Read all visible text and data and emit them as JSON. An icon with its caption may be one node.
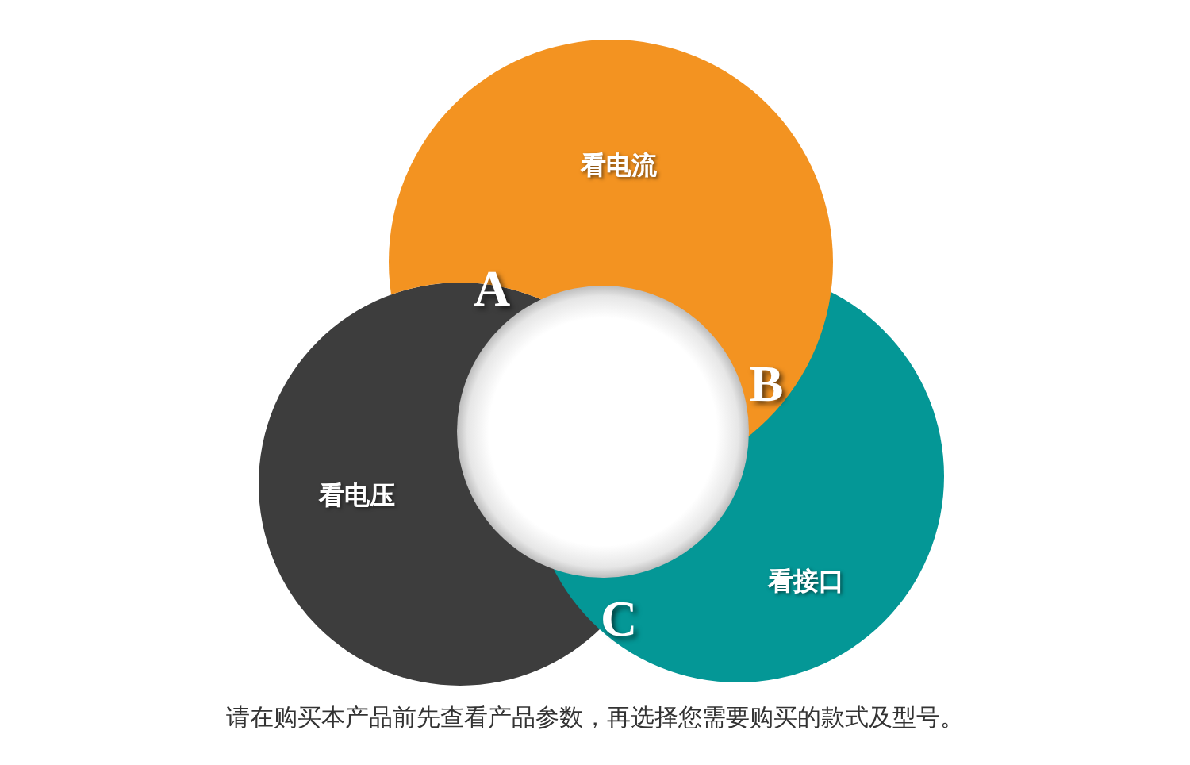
{
  "diagram": {
    "caption": "请在购买本产品前先查看产品参数，再选择您需要购买的款式及型号。",
    "nodes": [
      {
        "text": [
          "看电流"
        ]
      },
      {
        "text": [
          "看电压"
        ]
      },
      {
        "text": [
          "看接口"
        ]
      },
      {
        "text": [],
        "shape": "circle"
      }
    ],
    "labels": [
      "A",
      "B",
      "C"
    ]
  }
}
